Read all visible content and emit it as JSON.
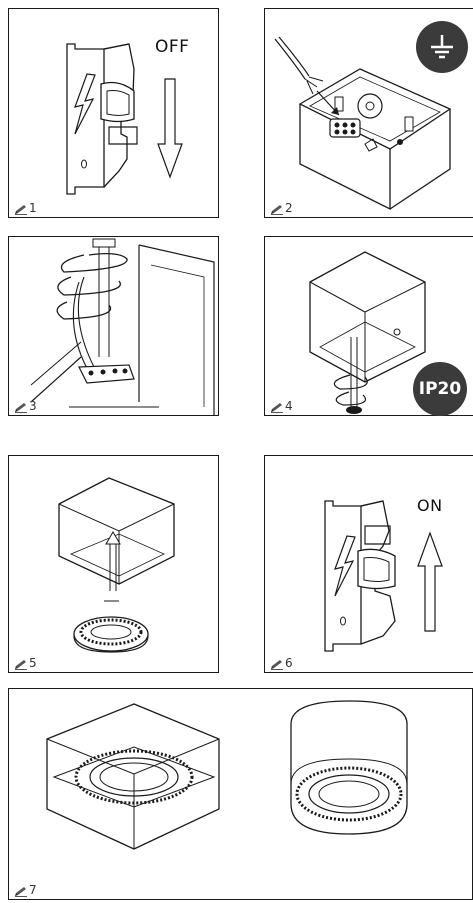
{
  "panels": [
    {
      "step": "1",
      "label": "OFF",
      "icon": "power-off-arrow-icon"
    },
    {
      "step": "2",
      "icon": "ground-symbol-icon"
    },
    {
      "step": "3"
    },
    {
      "step": "4",
      "badge": "IP20"
    },
    {
      "step": "5"
    },
    {
      "step": "6",
      "label": "ON",
      "icon": "power-on-arrow-icon"
    },
    {
      "step": "7"
    }
  ],
  "colors": {
    "line": "#1a1a1a",
    "badge": "#3b3b3b"
  },
  "icons": {
    "step_marker": "pencil-icon",
    "hazard": "lightning-bolt-icon"
  }
}
